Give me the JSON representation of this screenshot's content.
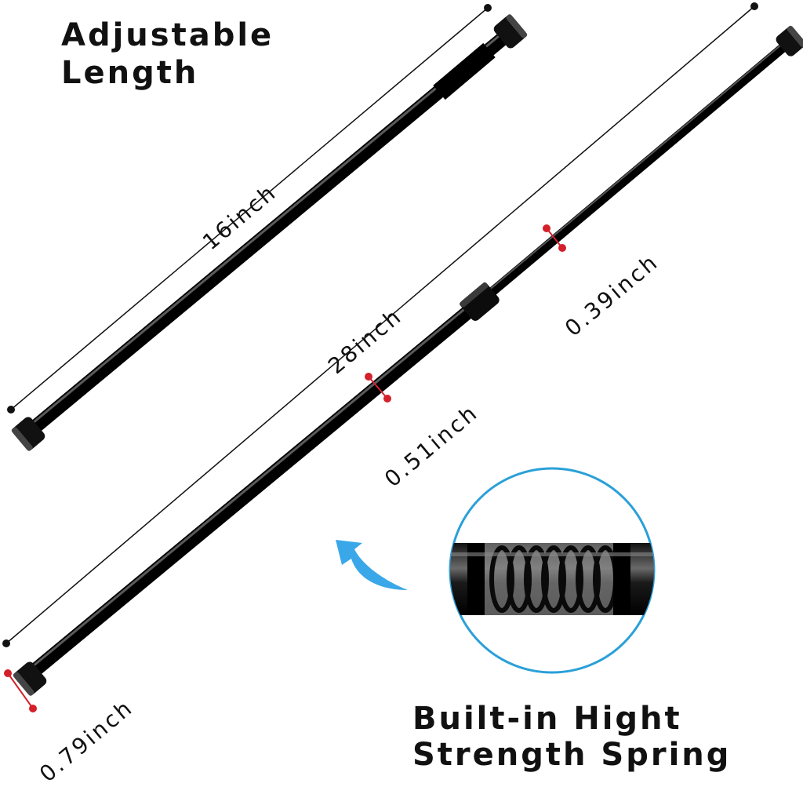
{
  "heading": {
    "line1": "Adjustable",
    "line2": "Length"
  },
  "dimensions": {
    "short_length": "16inch",
    "long_length": "28inch",
    "thin_diameter": "0.39inch",
    "mid_diameter": "0.51inch",
    "end_diameter": "0.79inch"
  },
  "callout": {
    "line1": "Built-in Hight",
    "line2": "Strength Spring"
  },
  "colors": {
    "rod": "#111111",
    "marker": "#d4202a",
    "arrow": "#3aa8e8",
    "circle_border": "#2aa0d8"
  },
  "icons": {
    "arrow": "curved-arrow-icon",
    "spring": "spring-icon"
  }
}
